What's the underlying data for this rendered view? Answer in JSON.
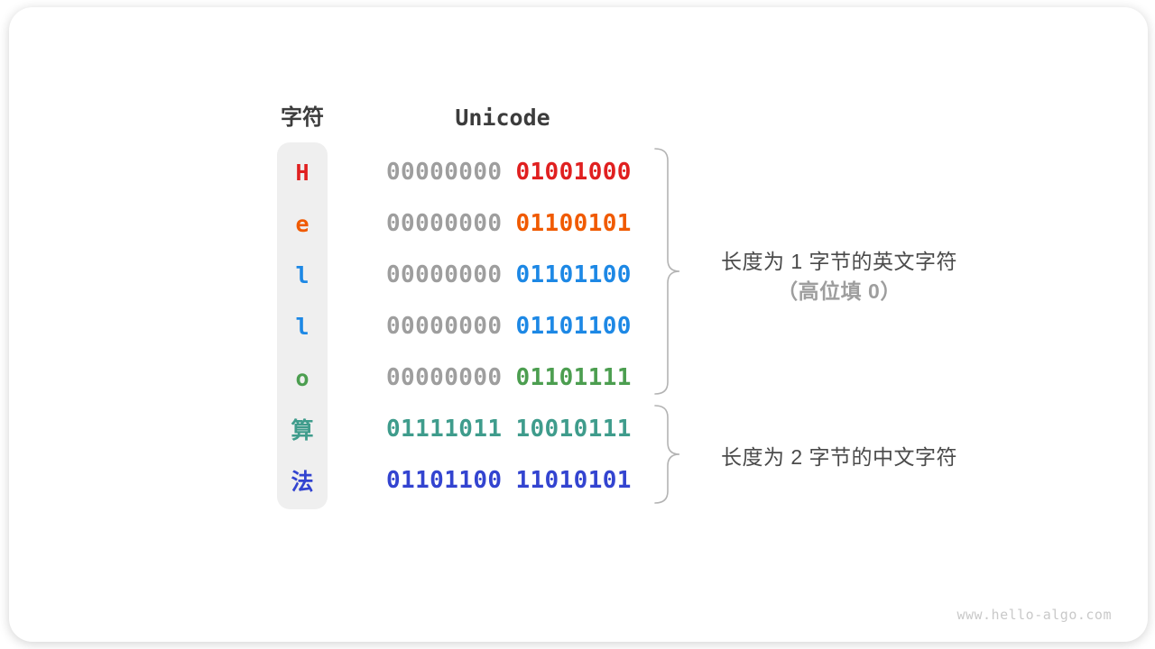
{
  "colors": {
    "zero_gray": "#9e9e9e",
    "header_text": "#3c3c3c",
    "annotation_text": "#4a4a4a",
    "annotation_muted": "#9e9e9e",
    "char_column_bg": "#efefef",
    "brace_stroke": "#b3b3b3",
    "watermark_text": "#c9c9c9"
  },
  "table": {
    "char_header": "字符",
    "unicode_header": "Unicode",
    "rows": [
      {
        "char": "H",
        "color": "#e02020",
        "byte1": "00000000",
        "byte2": "01001000",
        "byte1_gray": true
      },
      {
        "char": "e",
        "color": "#f05a00",
        "byte1": "00000000",
        "byte2": "01100101",
        "byte1_gray": true
      },
      {
        "char": "l",
        "color": "#1d88e5",
        "byte1": "00000000",
        "byte2": "01101100",
        "byte1_gray": true
      },
      {
        "char": "l",
        "color": "#1d88e5",
        "byte1": "00000000",
        "byte2": "01101100",
        "byte1_gray": true
      },
      {
        "char": "o",
        "color": "#4c9e50",
        "byte1": "00000000",
        "byte2": "01101111",
        "byte1_gray": true
      },
      {
        "char": "算",
        "color": "#3f9c8c",
        "byte1": "01111011",
        "byte2": "10010111",
        "byte1_gray": false
      },
      {
        "char": "法",
        "color": "#3344d0",
        "byte1": "01101100",
        "byte2": "11010101",
        "byte1_gray": false
      }
    ]
  },
  "annotations": {
    "group1_line1": "长度为 1 字节的英文字符",
    "group1_line2": "（高位填 0）",
    "group2_line1": "长度为 2 字节的中文字符"
  },
  "watermark": "www.hello-algo.com"
}
